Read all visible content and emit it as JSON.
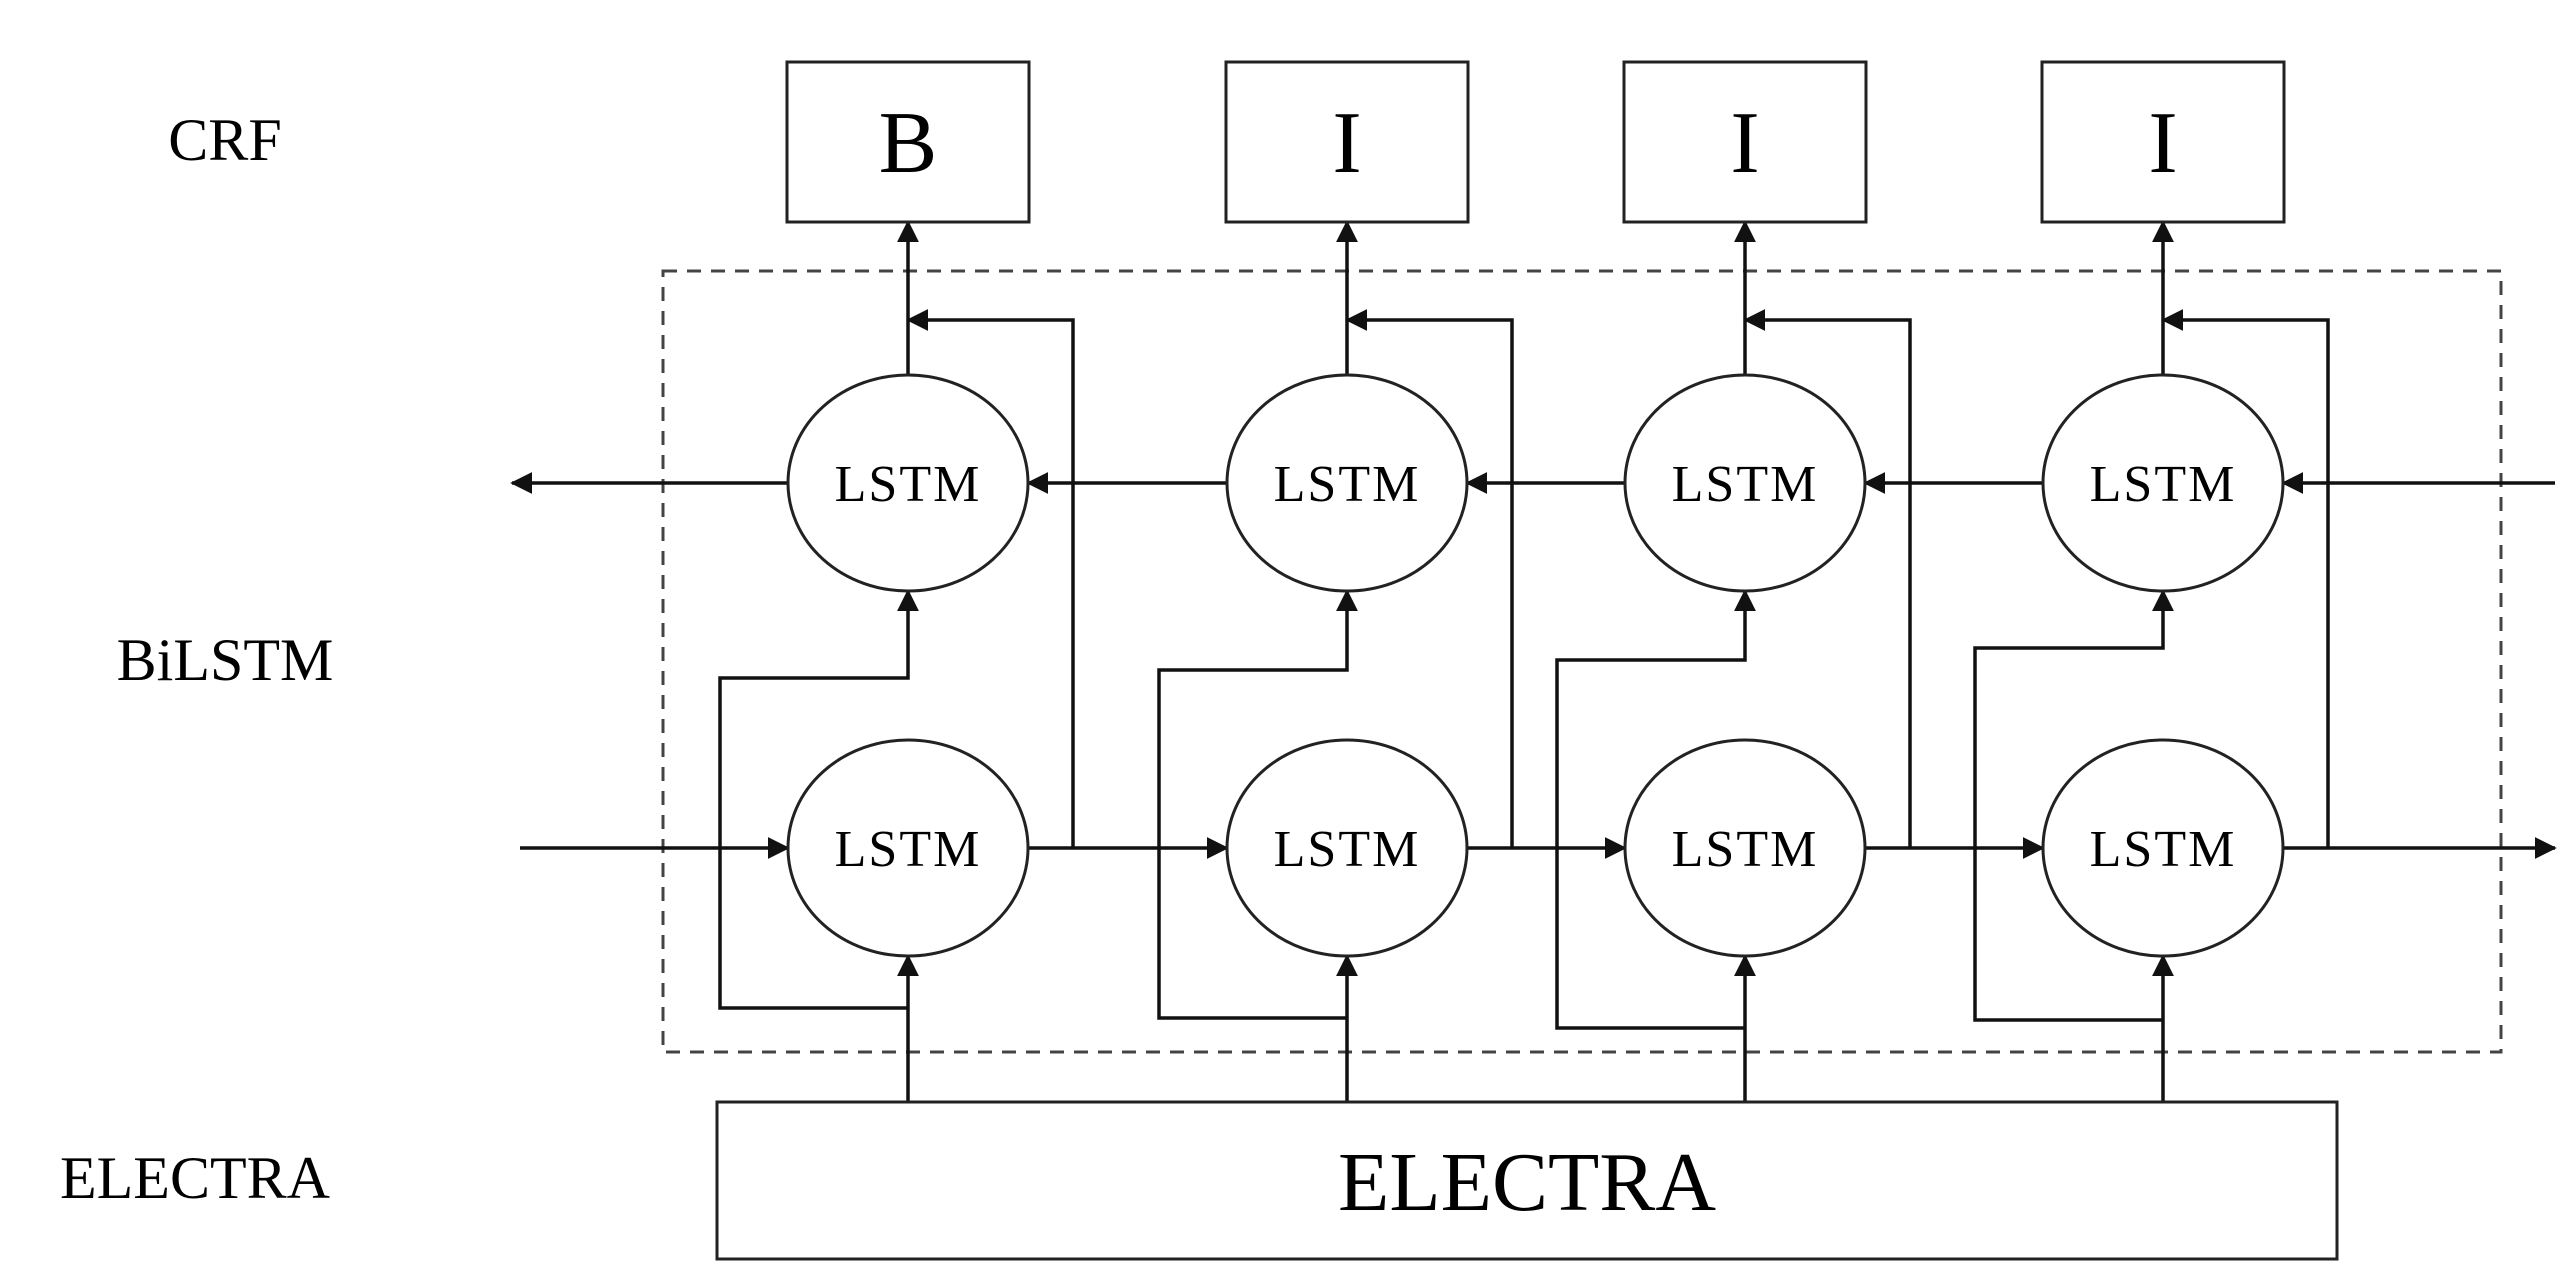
{
  "layers": {
    "crf": "CRF",
    "bilstm": "BiLSTM",
    "electra": "ELECTRA"
  },
  "tags": [
    "B",
    "I",
    "I",
    "I"
  ],
  "cell_label": "LSTM",
  "encoder_label": "ELECTRA"
}
